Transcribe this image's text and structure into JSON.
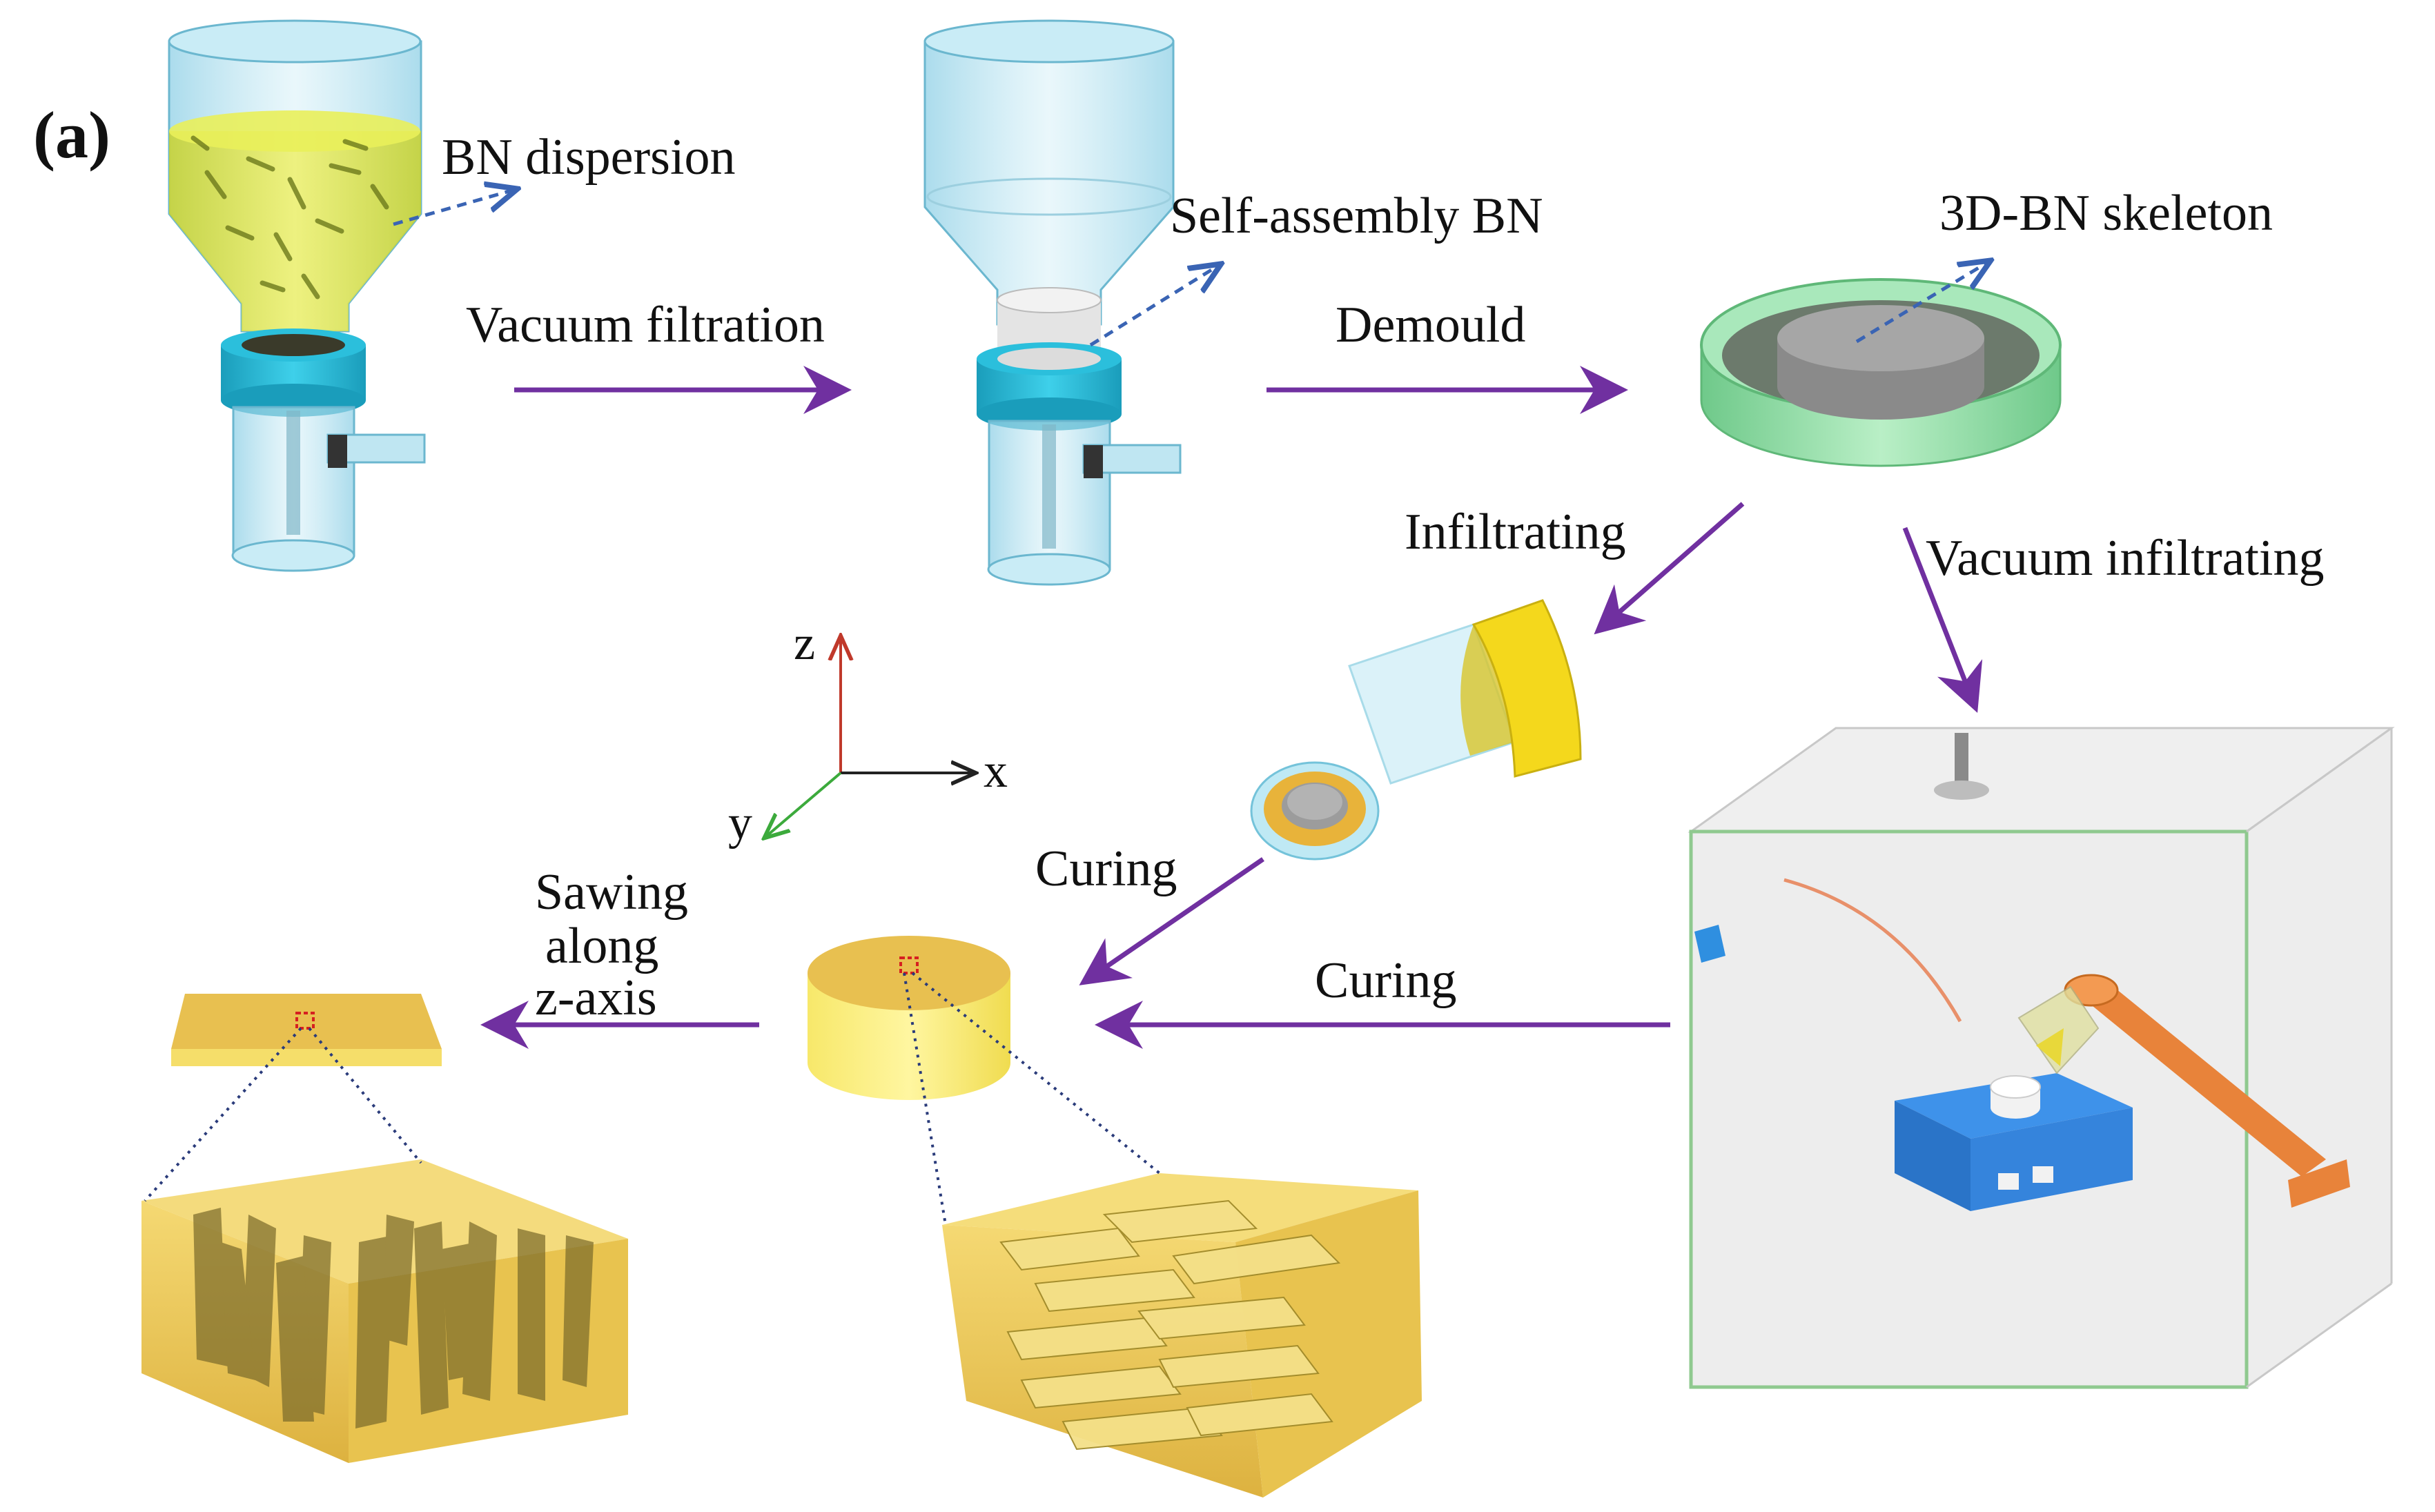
{
  "panel_label": "(a)",
  "labels": {
    "bn_dispersion": "BN dispersion",
    "self_assembly": "Self-assembly BN",
    "skeleton": "3D-BN skeleton",
    "vacuum_filtration": "Vacuum filtration",
    "demould": "Demould",
    "infiltrating": "Infiltrating",
    "vacuum_infiltrating": "Vacuum infiltrating",
    "curing_left": "Curing",
    "curing_bottom": "Curing",
    "sawing_line1": "Sawing",
    "sawing_line2": "along",
    "sawing_line3": "z-axis"
  },
  "axes": {
    "z": "z",
    "x": "x",
    "y": "y"
  },
  "colors": {
    "arrow": "#7030a0",
    "pointer": "#3a64b4",
    "glass": "#a8dcec",
    "dispersion": "#d8e23a",
    "clamp": "#27b9d6",
    "bn": "#cfcfcf",
    "dish": "#9be3b0",
    "skeleton": "#7f7f7f",
    "resin": "#f2d34a",
    "composite": "#e8b83a",
    "box_edge": "#60b060",
    "stage": "#2f7fdc",
    "arm": "#e8833a",
    "zoom": "#2a3b7a",
    "z_axis": "#c0392b",
    "x_axis": "#222222",
    "y_axis": "#3caa3c"
  }
}
